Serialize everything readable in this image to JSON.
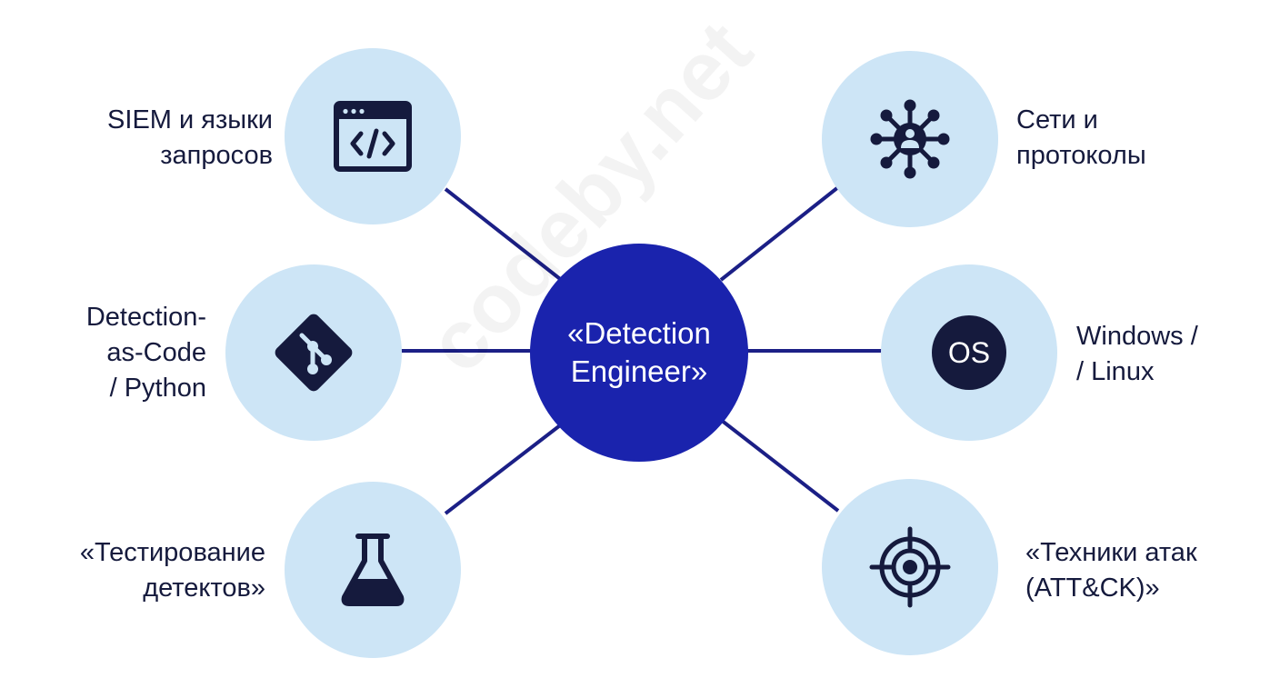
{
  "center": {
    "line1": "«Detection",
    "line2": "Engineer»"
  },
  "skills": [
    {
      "id": "siem",
      "label_lines": [
        "SIEM и языки",
        "запросов"
      ],
      "icon": "code-window-icon"
    },
    {
      "id": "dac",
      "label_lines": [
        "Detection-",
        "as-Code",
        "/ Python"
      ],
      "icon": "git-icon"
    },
    {
      "id": "testing",
      "label_lines": [
        "«Тестирование",
        "детектов»"
      ],
      "icon": "flask-icon"
    },
    {
      "id": "networks",
      "label_lines": [
        "Сети и",
        "протоколы"
      ],
      "icon": "network-hub-icon"
    },
    {
      "id": "os",
      "label_lines": [
        "Windows /",
        "/ Linux"
      ],
      "icon": "os-icon",
      "icon_text": "OS"
    },
    {
      "id": "attack",
      "label_lines": [
        "«Техники атак",
        "(ATT&CK)»"
      ],
      "icon": "target-icon"
    }
  ],
  "watermark": "codeby.net",
  "colors": {
    "center_fill": "#1a23ad",
    "node_fill": "#cde5f6",
    "connector": "#1b1f86",
    "icon": "#151a3d",
    "text": "#151a3d"
  }
}
